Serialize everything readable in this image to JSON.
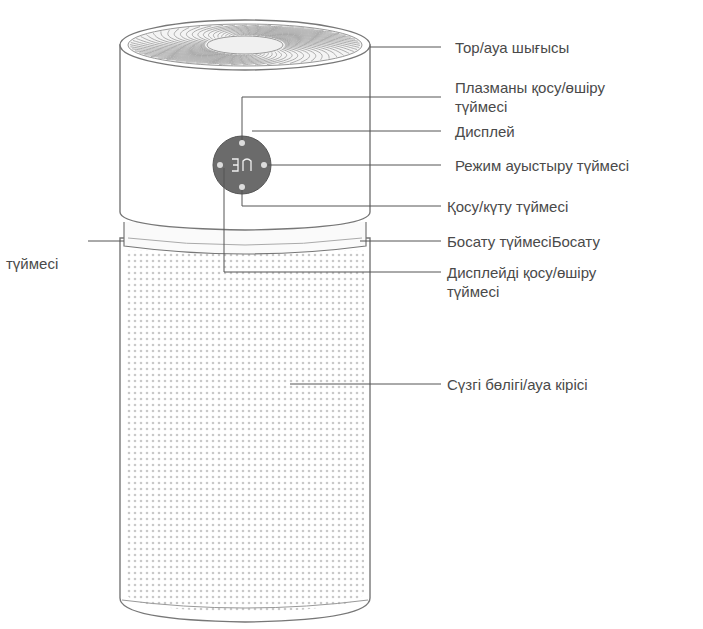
{
  "diagram": {
    "labels": [
      "Тор/ауа шығысы",
      "Плазманы қосу/өшіру түймесі",
      "Дисплей",
      "Режим ауыстыру түймесі",
      "Қосу/күту түймесі",
      "Босату түймесіБосату",
      "түймесі",
      "Дисплейді қосу/өшіру түймесі",
      "Сүзгі бөлігі/ауа кірісі"
    ]
  }
}
